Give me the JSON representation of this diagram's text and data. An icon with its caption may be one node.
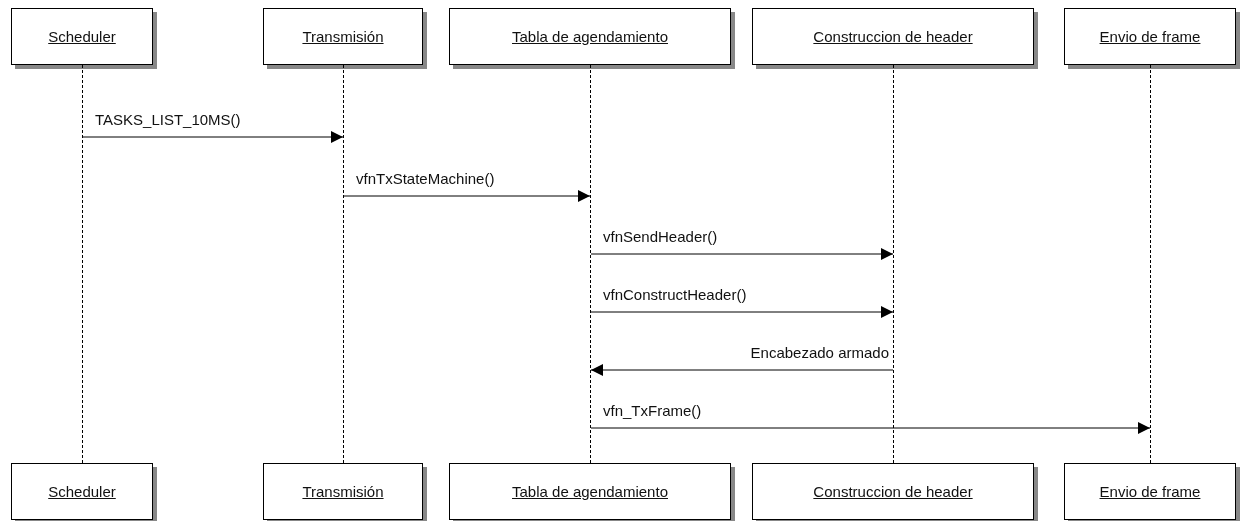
{
  "diagram": {
    "nodes": [
      {
        "text": [
          "Scheduler"
        ]
      },
      {
        "text": [
          "Transmisión"
        ]
      },
      {
        "text": [
          "Tabla de agendamiento"
        ]
      },
      {
        "text": [
          "Construccion de header"
        ]
      },
      {
        "text": [
          "Envio de frame"
        ]
      },
      {
        "text": [
          "Scheduler"
        ]
      },
      {
        "text": [
          "Transmisión"
        ]
      },
      {
        "text": [
          "Tabla de agendamiento"
        ]
      },
      {
        "text": [
          "Construccion de header"
        ]
      },
      {
        "text": [
          "Envio de frame"
        ]
      },
      {
        "text": [],
        "shape": "line"
      },
      {
        "text": [],
        "shape": "line"
      },
      {
        "text": [],
        "shape": "line"
      },
      {
        "text": [],
        "shape": "line"
      },
      {
        "text": [],
        "shape": "line"
      }
    ],
    "edges": [
      {
        "from": 10,
        "to": 11,
        "arrow": "to",
        "label": "TASKS_LIST_10MS()"
      },
      {
        "from": 11,
        "to": 12,
        "arrow": "to",
        "label": "vfnTxStateMachine()"
      },
      {
        "from": 12,
        "to": 13,
        "arrow": "to",
        "label": "vfnSendHeader()"
      },
      {
        "from": 12,
        "to": 13,
        "arrow": "to",
        "label": "vfnConstructHeader()"
      },
      {
        "from": 13,
        "to": 12,
        "arrow": "to",
        "label": "Encabezado armado"
      },
      {
        "from": 12,
        "to": 14,
        "arrow": "to",
        "label": "vfn_TxFrame()"
      }
    ]
  }
}
